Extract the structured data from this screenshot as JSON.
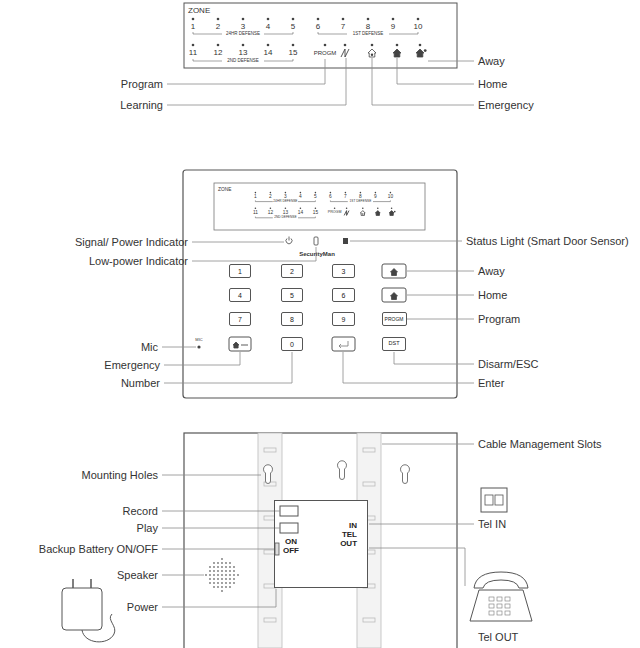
{
  "diagram": {
    "nodes": [
      {
        "text": [
          "1"
        ]
      },
      {
        "text": [
          "2"
        ]
      },
      {
        "text": [
          "3"
        ]
      },
      {
        "text": [
          "4"
        ]
      },
      {
        "text": [
          "5"
        ]
      },
      {
        "text": [
          "6"
        ]
      },
      {
        "text": [
          "7"
        ]
      },
      {
        "text": [
          "8"
        ]
      },
      {
        "text": [
          "9"
        ]
      },
      {
        "text": [
          "PROGM"
        ]
      },
      {
        "text": [
          "0"
        ]
      },
      {
        "text": [
          "DST"
        ]
      },
      {
        "text": [
          "ON OFF",
          "IN TEL OUT"
        ]
      }
    ],
    "labels": [
      "ZONE",
      "1",
      "2",
      "3",
      "4",
      "5",
      "6",
      "7",
      "8",
      "9",
      "10",
      "24HR DEFENSE",
      "1ST DEFENSE",
      "11",
      "12",
      "13",
      "14",
      "15",
      "PROGM",
      "2ND DEFENSE",
      "Away",
      "Program",
      "Home",
      "Learning",
      "Emergency",
      "ZONE",
      "1",
      "2",
      "3",
      "4",
      "5",
      "6",
      "7",
      "8",
      "9",
      "10",
      "24HR DEFENSE",
      "1ST DEFENSE",
      "11",
      "12",
      "13",
      "14",
      "15",
      "PROGM",
      "2ND DEFENSE",
      "SecurityMan",
      "MIC",
      "Signal/ Power Indicator",
      "Status Light (Smart Door Sensor)",
      "Low-power Indicator",
      "Away",
      "Home",
      "Program",
      "Mic",
      "Emergency",
      "Disarm/ESC",
      "Number",
      "Enter",
      "Cable Management Slots",
      "Mounting Holes",
      "Record",
      "Play",
      "Tel IN",
      "Backup Battery ON/OFF",
      "Speaker",
      "Power",
      "Tel OUT"
    ]
  }
}
